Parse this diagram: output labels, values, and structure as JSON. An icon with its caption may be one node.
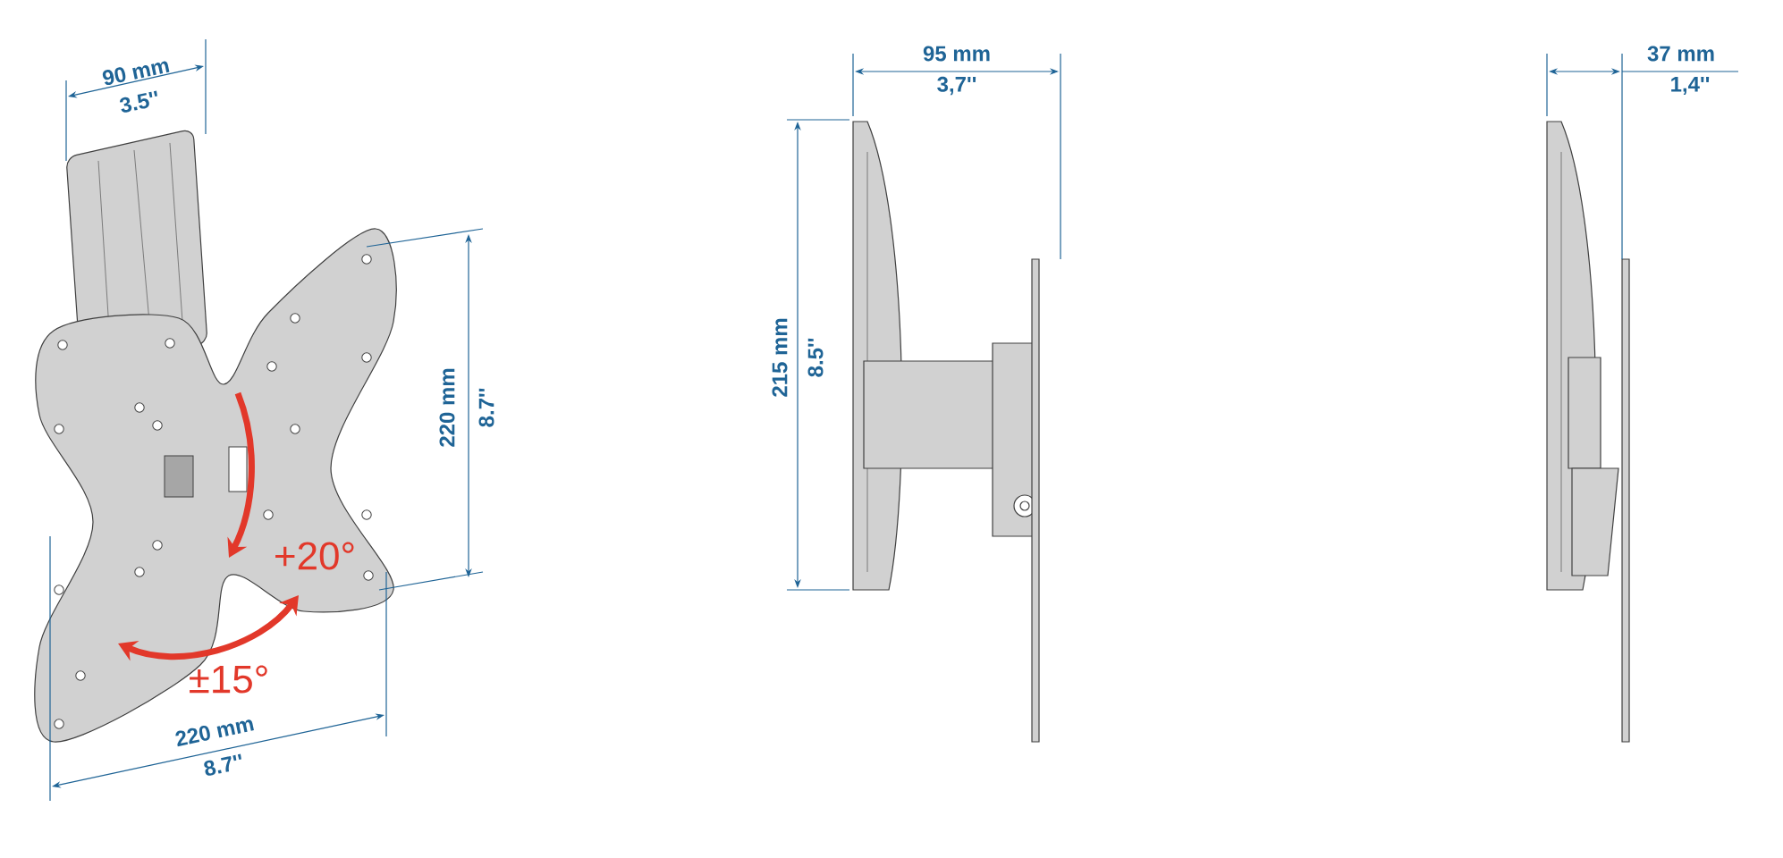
{
  "diagram": {
    "labels": [
      "90 mm",
      "3.5''",
      "220 mm",
      "8.7''",
      "+20°",
      "±15°",
      "220 mm",
      "8.7''",
      "95 mm",
      "3,7''",
      "215 mm",
      "8.5''",
      "37 mm",
      "1,4''"
    ]
  }
}
